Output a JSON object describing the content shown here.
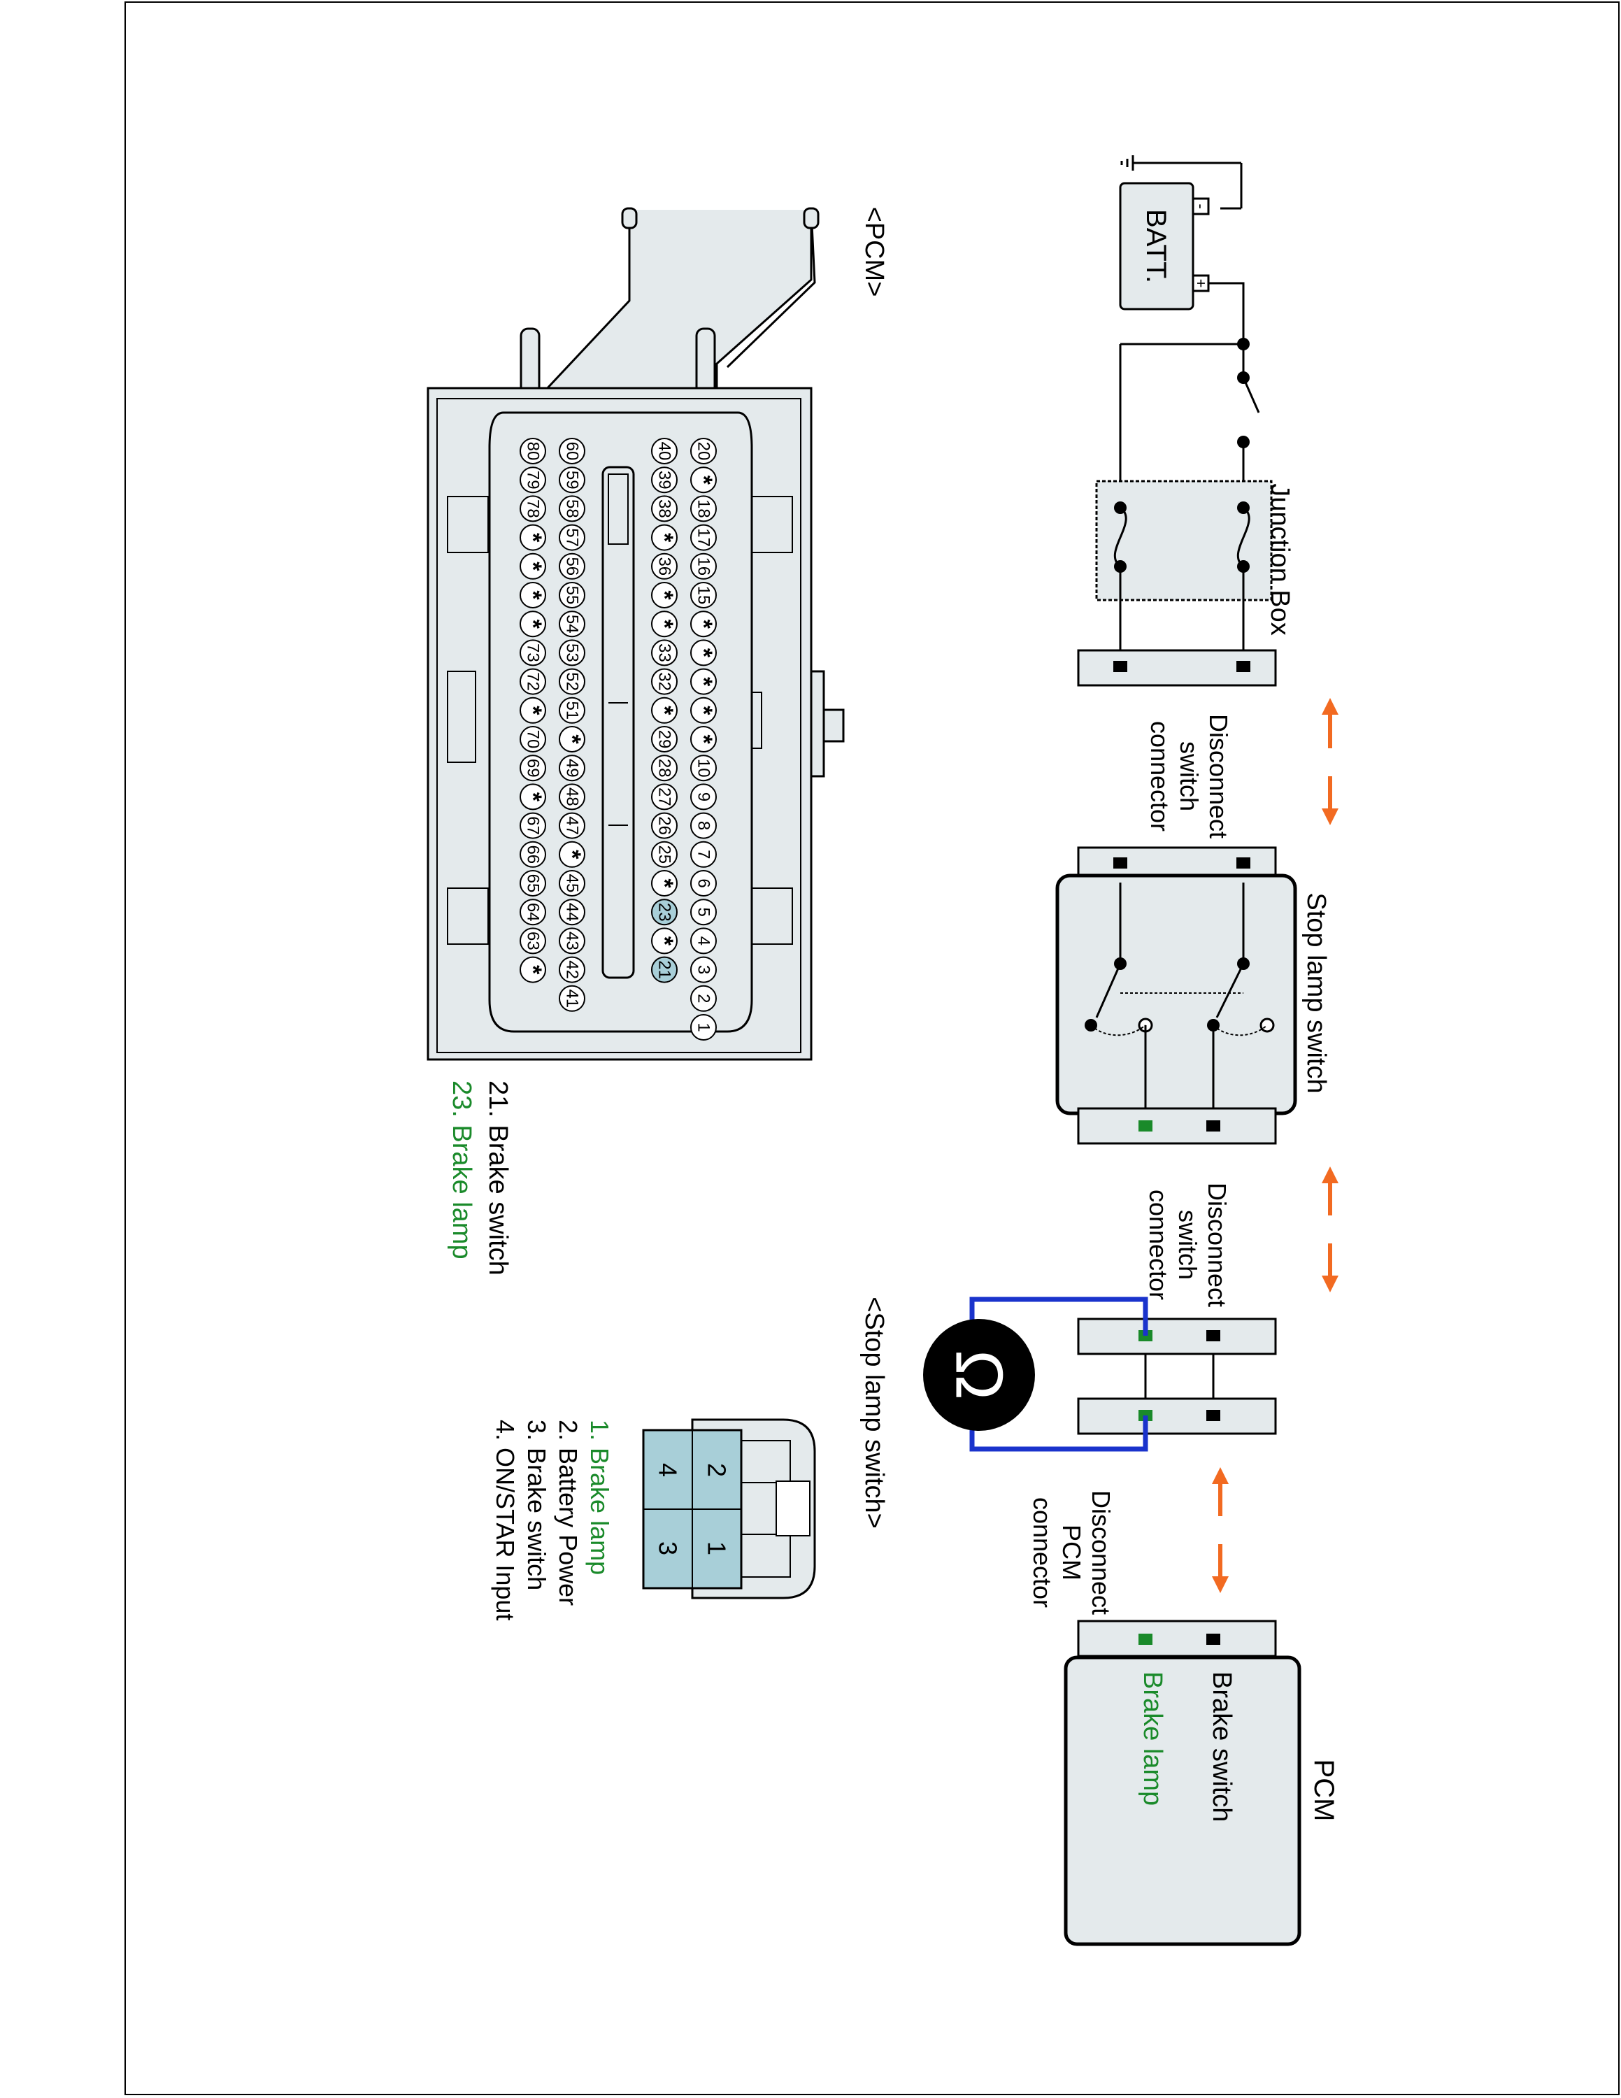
{
  "colors": {
    "fill": "#e4eaec",
    "highlight": "#a8cfd8",
    "green": "#1a8a2a",
    "orange": "#f26a21",
    "blue": "#1a33cc",
    "black": "#000000"
  },
  "schematic": {
    "battery": {
      "label": "BATT.",
      "plus": "+",
      "minus": "-"
    },
    "junction_box": "Junction Box",
    "disconnect_1": [
      "Disconnect",
      "switch",
      "connector"
    ],
    "stop_lamp_switch": "Stop lamp switch",
    "disconnect_2": [
      "Disconnect",
      "switch",
      "connector"
    ],
    "ohmmeter_symbol": "Ω",
    "disconnect_pcm": [
      "Disconnect",
      "PCM",
      "connector"
    ],
    "pcm": {
      "title": "PCM",
      "brake_switch": "Brake switch",
      "brake_lamp": "Brake lamp"
    }
  },
  "pcm_connector": {
    "title": "<PCM>",
    "rows": [
      [
        "20",
        "*",
        "18",
        "17",
        "16",
        "15",
        "*",
        "*",
        "*",
        "*",
        "*",
        "10",
        "9",
        "8",
        "7",
        "6",
        "5",
        "4",
        "3",
        "2",
        "1"
      ],
      [
        "40",
        "39",
        "38",
        "*",
        "36",
        "*",
        "*",
        "33",
        "32",
        "*",
        "29",
        "28",
        "27",
        "26",
        "25",
        "*",
        "23",
        "*",
        "21"
      ],
      [
        "60",
        "59",
        "58",
        "57",
        "56",
        "55",
        "54",
        "53",
        "52",
        "51",
        "*",
        "49",
        "48",
        "47",
        "*",
        "45",
        "44",
        "43",
        "42",
        "41"
      ],
      [
        "80",
        "79",
        "78",
        "*",
        "*",
        "*",
        "*",
        "73",
        "72",
        "*",
        "70",
        "69",
        "*",
        "67",
        "66",
        "65",
        "64",
        "63",
        "*"
      ]
    ],
    "highlighted_pins": [
      "21",
      "23"
    ],
    "legend": [
      {
        "text": "21. Brake switch",
        "color": "black"
      },
      {
        "text": "23. Brake lamp",
        "color": "green"
      }
    ]
  },
  "stop_lamp_connector": {
    "title": "<Stop lamp switch>",
    "pins": [
      "1",
      "2",
      "3",
      "4"
    ],
    "legend": [
      {
        "text": "1. Brake lamp",
        "color": "green"
      },
      {
        "text": "2. Battery Power",
        "color": "black"
      },
      {
        "text": "3. Brake switch",
        "color": "black"
      },
      {
        "text": "4. ON/STAR Input",
        "color": "black"
      }
    ]
  }
}
